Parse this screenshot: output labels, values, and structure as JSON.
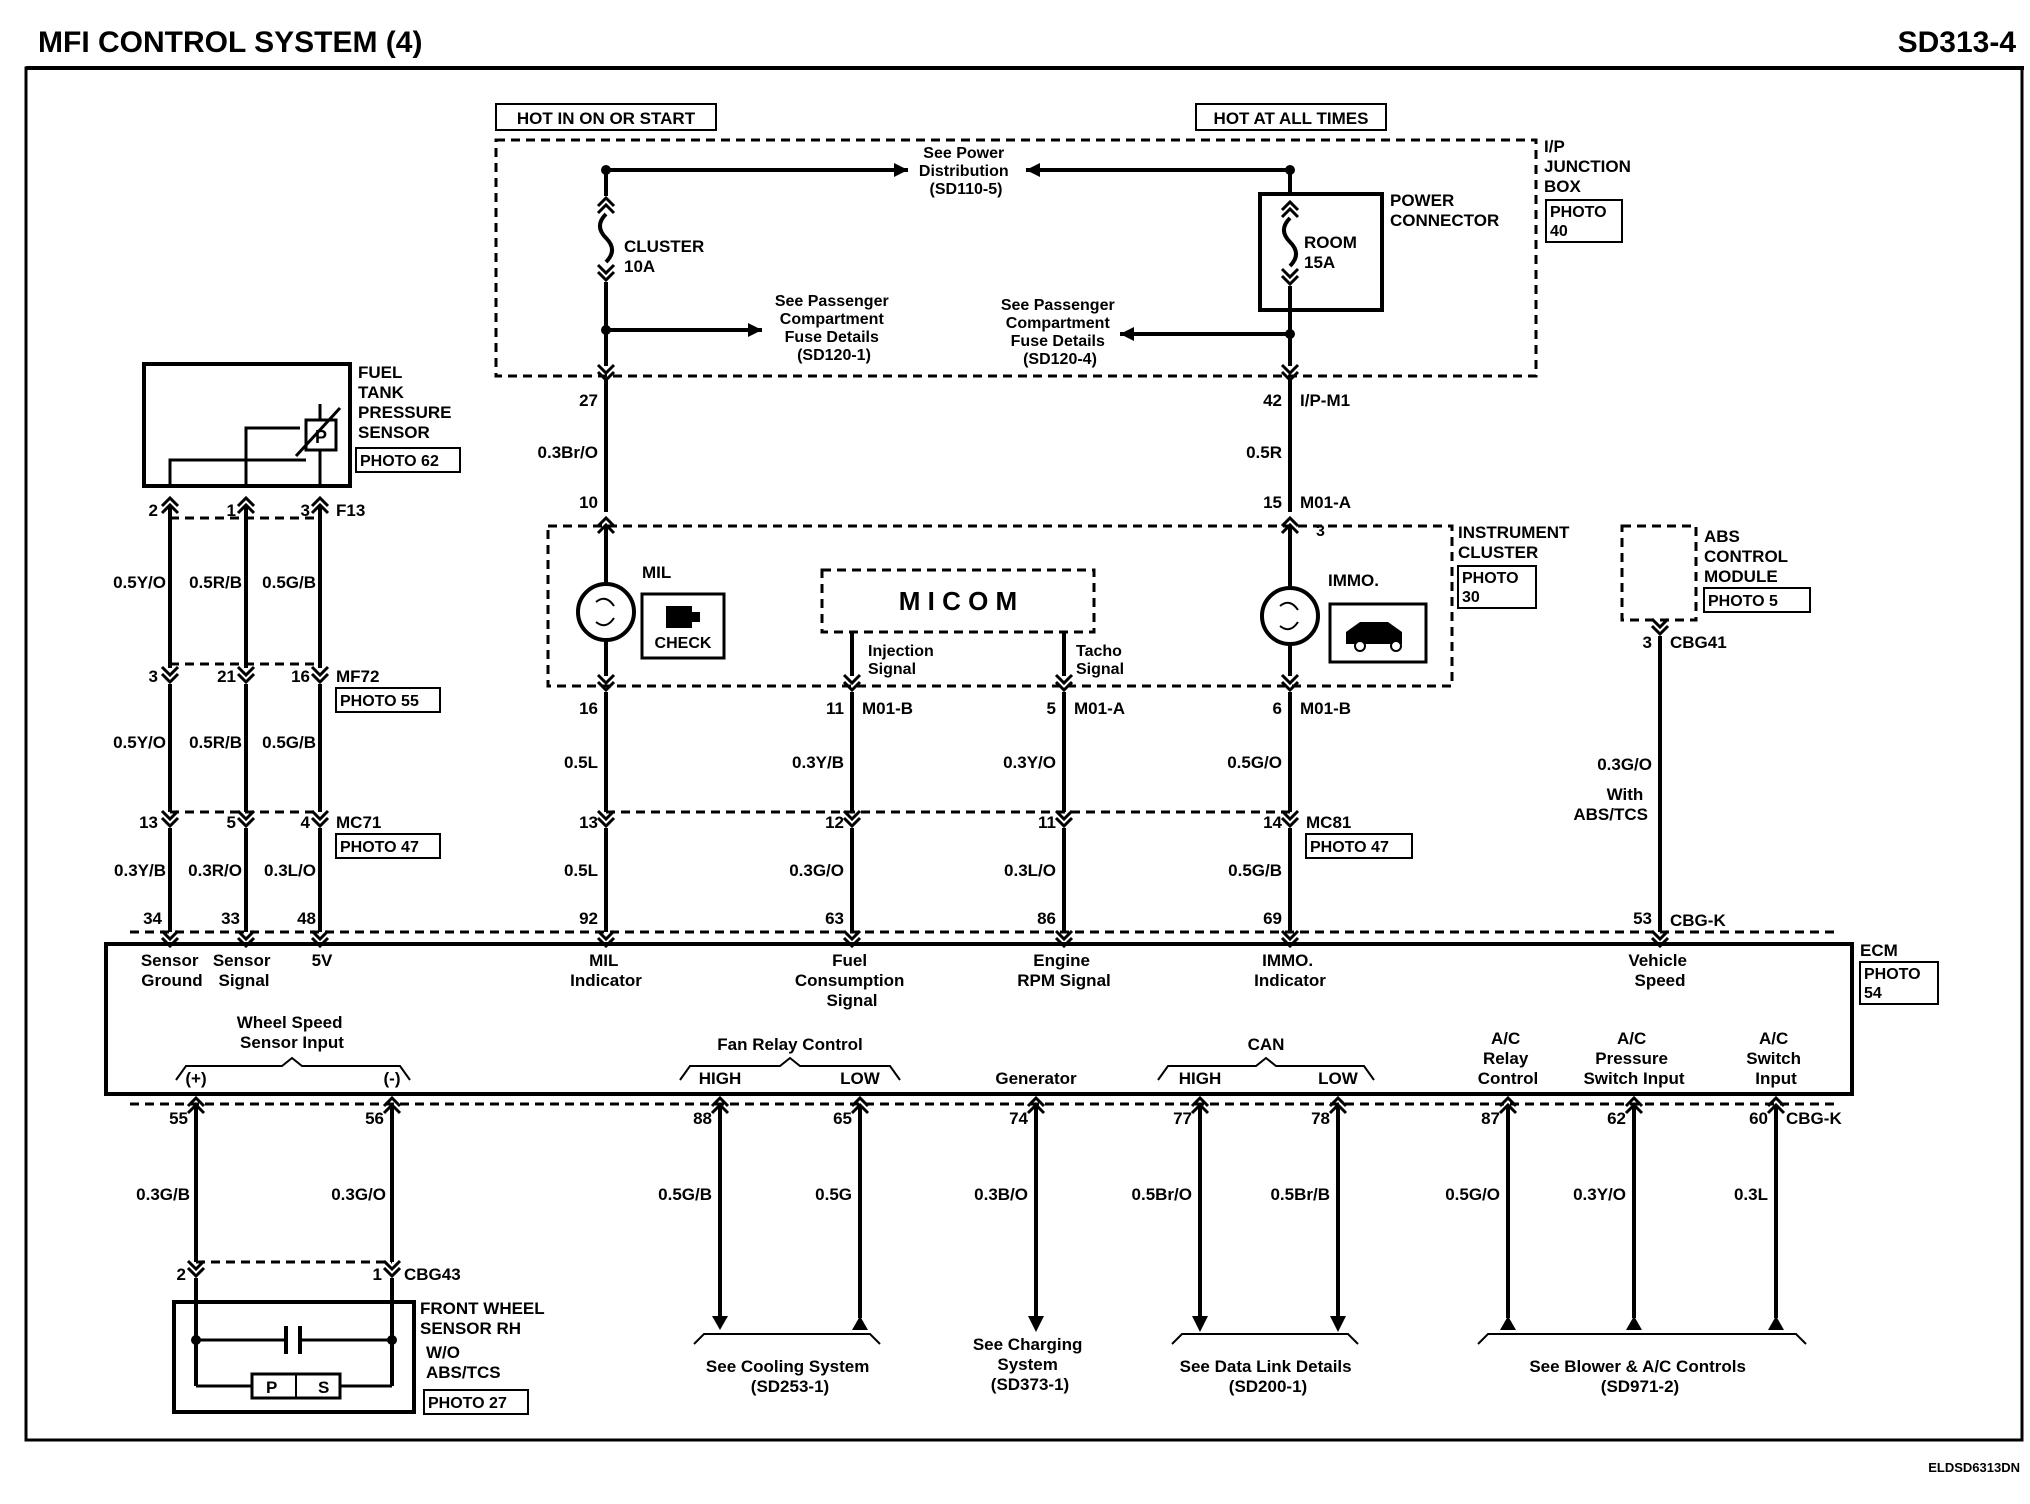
{
  "header": {
    "title": "MFI CONTROL SYSTEM (4)",
    "code": "SD313-4"
  },
  "footer": {
    "ref": "ELDSD6313DN"
  },
  "power": {
    "hot_ign": "HOT IN ON OR START",
    "hot_all": "HOT AT ALL TIMES",
    "see_power": [
      "See Power",
      "Distribution",
      "(SD110-5)"
    ],
    "see_pass_left": [
      "See Passenger",
      "Compartment",
      "Fuse Details",
      "(SD120-1)"
    ],
    "see_pass_right": [
      "See Passenger",
      "Compartment",
      "Fuse Details",
      "(SD120-4)"
    ],
    "fuse_cluster": [
      "CLUSTER",
      "10A"
    ],
    "fuse_room": [
      "ROOM",
      "15A"
    ],
    "power_connector": [
      "POWER",
      "CONNECTOR"
    ],
    "junction_box": [
      "I/P",
      "JUNCTION",
      "BOX"
    ],
    "junction_photo": [
      "PHOTO",
      "40"
    ]
  },
  "fuel_tank_sensor": {
    "label": [
      "FUEL",
      "TANK",
      "PRESSURE",
      "SENSOR"
    ],
    "photo": "PHOTO 62",
    "symbol": "P",
    "connector": "F13",
    "pins": [
      "2",
      "1",
      "3"
    ]
  },
  "connectors": {
    "mf72": "MF72",
    "mf72_photo": "PHOTO 55",
    "mf72_pins": [
      "3",
      "21",
      "16"
    ],
    "mc71": "MC71",
    "mc71_photo": "PHOTO 47",
    "mc71_pins": [
      "13",
      "5",
      "4"
    ],
    "mc81": "MC81",
    "mc81_photo": "PHOTO 47",
    "ipm1": "I/P-M1",
    "m01a": "M01-A",
    "m01b": "M01-B",
    "m01a2": "M01-A",
    "m01b2": "M01-B",
    "cbg41": "CBG41",
    "cbgk": "CBG-K",
    "cbgk2": "CBG-K",
    "cbg43": "CBG43"
  },
  "wires": {
    "fuel_a": [
      "0.5Y/O",
      "0.5R/B",
      "0.5G/B"
    ],
    "fuel_b": [
      "0.5Y/O",
      "0.5R/B",
      "0.5G/B"
    ],
    "fuel_c": [
      "0.3Y/B",
      "0.3R/O",
      "0.3L/O"
    ],
    "cluster_feed": "0.3Br/O",
    "room_feed": "0.5R",
    "mil_a": "0.5L",
    "mil_b": "0.5L",
    "inj_a": "0.3Y/B",
    "inj_b": "0.3G/O",
    "tacho_a": "0.3Y/O",
    "tacho_b": "0.3L/O",
    "immo_a": "0.5G/O",
    "immo_b": "0.5G/B",
    "abs": "0.3G/O",
    "abs_note": [
      "With",
      "ABS/TCS"
    ],
    "ws_plus": "0.3G/B",
    "ws_minus": "0.3G/O",
    "fan_high": "0.5G/B",
    "fan_low": "0.5G",
    "gen": "0.3B/O",
    "can_high": "0.5Br/O",
    "can_low": "0.5Br/B",
    "ac_relay": "0.5G/O",
    "ac_press": "0.3Y/O",
    "ac_switch": "0.3L"
  },
  "pins": {
    "p27": "27",
    "p10": "10",
    "p16": "16",
    "p13": "13",
    "p92": "92",
    "p42": "42",
    "p15": "15",
    "p3": "3",
    "p6": "6",
    "p14": "14",
    "p69": "69",
    "p11a": "11",
    "p12": "12",
    "p63": "63",
    "p5": "5",
    "p11b": "11",
    "p86": "86",
    "p34": "34",
    "p33": "33",
    "p48": "48",
    "p3abs": "3",
    "p53": "53",
    "p55": "55",
    "p56": "56",
    "p88": "88",
    "p65": "65",
    "p74": "74",
    "p77": "77",
    "p78": "78",
    "p87": "87",
    "p62": "62",
    "p60": "60",
    "p2ws": "2",
    "p1ws": "1"
  },
  "cluster": {
    "label": [
      "INSTRUMENT",
      "CLUSTER"
    ],
    "photo": [
      "PHOTO",
      "30"
    ],
    "mil": "MIL",
    "check": "CHECK",
    "immo": "IMMO.",
    "micom": "M I C O M",
    "injection": [
      "Injection",
      "Signal"
    ],
    "tacho": [
      "Tacho",
      "Signal"
    ]
  },
  "abs_module": {
    "label": [
      "ABS",
      "CONTROL",
      "MODULE"
    ],
    "photo": "PHOTO 5"
  },
  "ecm": {
    "label": "ECM",
    "photo": [
      "PHOTO",
      "54"
    ],
    "sensor_ground": [
      "Sensor",
      "Ground"
    ],
    "sensor_signal": [
      "Sensor",
      "Signal"
    ],
    "v5": "5V",
    "mil_ind": [
      "MIL",
      "Indicator"
    ],
    "fuel_cons": [
      "Fuel",
      "Consumption",
      "Signal"
    ],
    "engine_rpm": [
      "Engine",
      "RPM Signal"
    ],
    "immo_ind": [
      "IMMO.",
      "Indicator"
    ],
    "vehicle_speed": [
      "Vehicle",
      "Speed"
    ],
    "wheel_speed": [
      "Wheel Speed",
      "Sensor Input"
    ],
    "ws_plus": "(+)",
    "ws_minus": "(-)",
    "fan_relay": "Fan Relay Control",
    "high": "HIGH",
    "low": "LOW",
    "generator": "Generator",
    "can": "CAN",
    "can_high": "HIGH",
    "can_low": "LOW",
    "ac_relay": [
      "A/C",
      "Relay",
      "Control"
    ],
    "ac_press": [
      "A/C",
      "Pressure",
      "Switch Input"
    ],
    "ac_switch": [
      "A/C",
      "Switch",
      "Input"
    ]
  },
  "wheel_sensor": {
    "label": [
      "FRONT WHEEL",
      "SENSOR RH"
    ],
    "note": [
      "W/O",
      "ABS/TCS"
    ],
    "photo": "PHOTO 27",
    "p": "P",
    "s": "S"
  },
  "refs": {
    "cooling": [
      "See Cooling System",
      "(SD253-1)"
    ],
    "charging": [
      "See Charging",
      "System",
      "(SD373-1)"
    ],
    "datalink": [
      "See Data Link Details",
      "(SD200-1)"
    ],
    "blower": [
      "See Blower & A/C Controls",
      "(SD971-2)"
    ]
  }
}
